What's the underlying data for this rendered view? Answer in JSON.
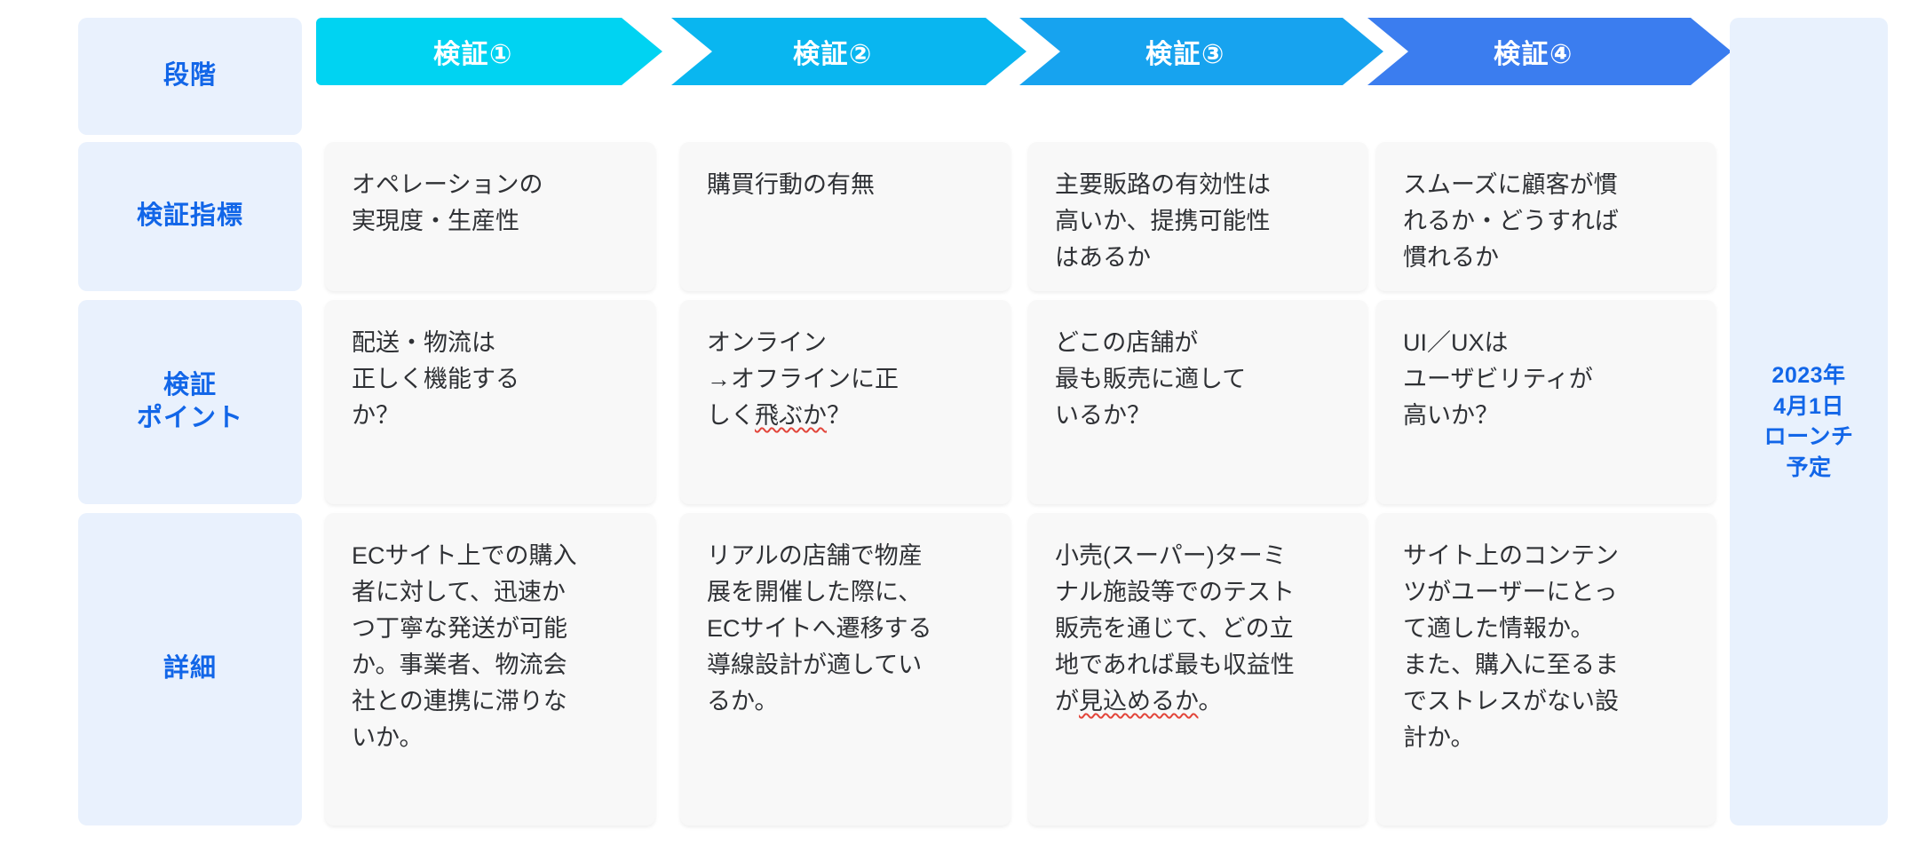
{
  "colors": {
    "label_bg": "#e9f1fd",
    "label_text": "#1266e8",
    "card_bg": "#f8f8f8",
    "card_text": "#2f3135",
    "arrow_1": "#00d3f2",
    "arrow_2": "#09b6f0",
    "arrow_3": "#17a3ef",
    "arrow_4": "#3b7def",
    "spellcheck_underline": "#e2453a",
    "page_bg": "#ffffff"
  },
  "row_labels": [
    {
      "text": "段階"
    },
    {
      "text": "検証指標"
    },
    {
      "text": "検証\nポイント"
    },
    {
      "text": "詳細"
    }
  ],
  "stages": [
    {
      "label": "検証①"
    },
    {
      "label": "検証②"
    },
    {
      "label": "検証③"
    },
    {
      "label": "検証④"
    }
  ],
  "rows": {
    "metrics": [
      "オペレーションの\n実現度・生産性",
      "購買行動の有無",
      "主要販路の有効性は\n高いか、提携可能性\nはあるか",
      "スムーズに顧客が慣\nれるか・どうすれば\n慣れるか"
    ],
    "points": [
      "配送・物流は\n正しく機能する\nか？",
      {
        "pre": "オンライン\n→オフラインに正\nしく",
        "marked": "飛ぶか",
        "post": "？"
      },
      "どこの店舗が\n最も販売に適して\nいるか？",
      "UI／UXは\nユーザビリティが\n高いか？"
    ],
    "details": [
      "ECサイト上での購入\n者に対して、迅速か\nつ丁寧な発送が可能\nか。事業者、物流会\n社との連携に滞りな\nいか。",
      "リアルの店舗で物産\n展を開催した際に、\nECサイトへ遷移する\n導線設計が適してい\nるか。",
      {
        "pre": "小売(スーパー)ターミ\nナル施設等でのテスト\n販売を通じて、どの立\n地であれば最も収益性\nが",
        "marked": "見込めるか",
        "post": "。"
      },
      "サイト上のコンテン\nツがユーザーにとっ\nて適した情報か。\nまた、購入に至るま\nでストレスがない設\n計か。"
    ]
  },
  "launch_panel": {
    "text": "2023年\n4月1日\nローンチ\n予定"
  }
}
